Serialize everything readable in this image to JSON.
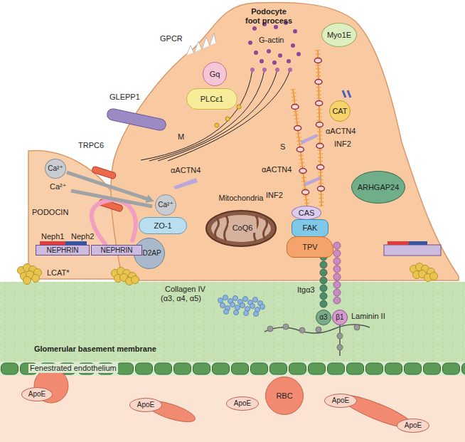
{
  "diagram": {
    "nodes": [
      {
        "text": [
          "Podocyte foot process"
        ]
      },
      {
        "text": [
          "Myo1E"
        ],
        "in": 0
      },
      {
        "text": [
          "Gq"
        ],
        "in": 0
      },
      {
        "text": [
          "PLCε1"
        ],
        "in": 0
      },
      {
        "text": [
          "GLEPP1"
        ],
        "in": 0
      },
      {
        "text": [
          "CAT"
        ],
        "in": 0
      },
      {
        "text": [
          "ARHGAP24"
        ],
        "in": 0
      },
      {
        "text": [
          "Ca²⁺"
        ]
      },
      {
        "text": [
          "Ca²⁺"
        ],
        "in": 0
      },
      {
        "text": [
          "Mitochondria",
          "CoQ6"
        ],
        "in": 0
      },
      {
        "text": [
          "ZO-1"
        ],
        "in": 0
      },
      {
        "text": [
          "CAS"
        ],
        "in": 0
      },
      {
        "text": [
          "FAK"
        ],
        "in": 0
      },
      {
        "text": [
          "TPV"
        ],
        "in": 0
      },
      {
        "text": [
          "CD2AP"
        ],
        "in": 0
      },
      {
        "text": [
          "NEPHRIN"
        ]
      },
      {
        "text": [
          "NEPHRIN"
        ]
      },
      {
        "text": [
          "Glomerular basement membrane"
        ]
      },
      {
        "text": [
          "α3"
        ],
        "in": 17
      },
      {
        "text": [
          "β1"
        ],
        "in": 17
      },
      {
        "text": [
          "Fenestrated endothelium"
        ]
      },
      {
        "text": [
          "ApoE"
        ]
      },
      {
        "text": [
          "ApoE"
        ]
      },
      {
        "text": [
          "ApoE"
        ]
      },
      {
        "text": [
          "RBC"
        ]
      },
      {
        "text": [
          "ApoE"
        ]
      },
      {
        "text": [
          "ApoE"
        ]
      }
    ],
    "edges": [
      {
        "from": 7,
        "to": 8,
        "arrow": "to"
      }
    ],
    "labels": [
      "GPCR",
      "G-actin",
      "TRPC6",
      "Ca²⁺",
      "αACTN4",
      "M",
      "αACTN4",
      "INF2",
      "S",
      "αACTN4",
      "INF2",
      "PODOCIN",
      "Neph1",
      "Neph2",
      "LCAT*",
      "Collagen IV",
      "(α3, α4, α5)",
      "Itgα3",
      "Laminin II"
    ]
  }
}
